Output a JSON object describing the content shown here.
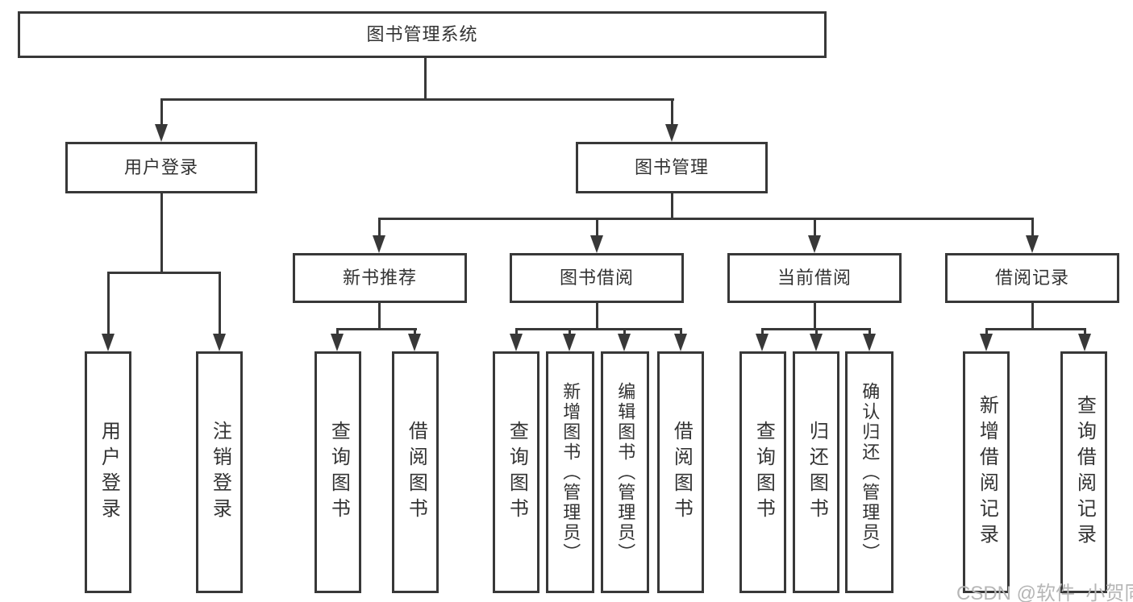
{
  "diagram_type": "hierarchy-tree",
  "colors": {
    "ink": "#383838",
    "node_background": "#ffffff",
    "watermark_gray": "#b6b6b6"
  },
  "nodes": {
    "root": {
      "label": "图书管理系统"
    },
    "user_login": {
      "label": "用户登录"
    },
    "book_mgmt": {
      "label": "图书管理"
    },
    "new_book_rec": {
      "label": "新书推荐"
    },
    "book_borrow": {
      "label": "图书借阅"
    },
    "current_borrow": {
      "label": "当前借阅"
    },
    "borrow_records": {
      "label": "借阅记录"
    },
    "user_login_leaf": {
      "label": "用户登录"
    },
    "logout_leaf": {
      "label": "注销登录"
    },
    "query_book_rec": {
      "label": "查询图书"
    },
    "borrow_book_rec": {
      "label": "借阅图书"
    },
    "query_book_borrow": {
      "label": "查询图书"
    },
    "add_book": {
      "label": "新增图书（管理员）"
    },
    "edit_book": {
      "label": "编辑图书（管理员）"
    },
    "borrow_book_borrow": {
      "label": "借阅图书"
    },
    "query_book_current": {
      "label": "查询图书"
    },
    "return_book": {
      "label": "归还图书"
    },
    "confirm_return": {
      "label": "确认归还（管理员）"
    },
    "add_borrow_record": {
      "label": "新增借阅记录"
    },
    "query_borrow_record": {
      "label": "查询借阅记录"
    }
  },
  "hierarchy": {
    "图书管理系统": [
      "用户登录",
      "图书管理"
    ],
    "用户登录": [
      "用户登录",
      "注销登录"
    ],
    "图书管理": [
      "新书推荐",
      "图书借阅",
      "当前借阅",
      "借阅记录"
    ],
    "新书推荐": [
      "查询图书",
      "借阅图书"
    ],
    "图书借阅": [
      "查询图书",
      "新增图书（管理员）",
      "编辑图书（管理员）",
      "借阅图书"
    ],
    "当前借阅": [
      "查询图书",
      "归还图书",
      "确认归还（管理员）"
    ],
    "借阅记录": [
      "新增借阅记录",
      "查询借阅记录"
    ]
  },
  "watermark": {
    "text": "CSDN @软件_小贺同学"
  }
}
